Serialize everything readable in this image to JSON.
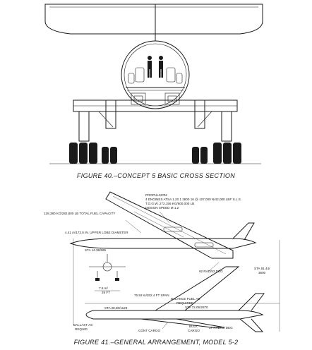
{
  "figures": {
    "fig40": {
      "caption": "FIGURE 40.–CONCEPT 5 BASIC CROSS SECTION"
    },
    "fig41": {
      "caption": "FIGURE 41.–GENERAL ARRANGEMENT, MODEL 5-2",
      "propulsion": {
        "heading": "PROPULSION:",
        "line1": "4 ENGINES  ATSA 1.20 1 2800 16 @ 107,000 N/42,000 LBF S.L.S.",
        "line2": "T.O.G.W.          272,156 KG/600,000 LB",
        "line3": "DESIGN SPEED   M 1.2"
      },
      "fuel_capacity": "128,380 KG/282,800 LB TOTAL FUEL CAPACITY",
      "upper_lobe": "4.41 m/173.5 IN. UPPER LOBE DIAMETER",
      "sta_left": "STA 14.36/565",
      "sta_right_1": "STA 91.44/",
      "sta_right_2": "3600",
      "rad_deg": "92 RAD/53 DEG",
      "width_label": "7.8 m/",
      "width_label_2": "25 FT",
      "span": "76.93 m/252.4 FT SPAN",
      "balance_fuel_1": "BALANCE FUEL AS",
      "balance_fuel_2": "REQUIRED",
      "sta_mid": "STA 28.80/1129",
      "sta_aft": "STA 72.06/2870",
      "ballast_1": "BALLAST AS",
      "ballast_2": "REQUID",
      "cont_cargo": "CONT CARGO",
      "bulk": "BULK",
      "cargo": "CARGO",
      "trad": "17 RAD/10 DEG"
    }
  }
}
